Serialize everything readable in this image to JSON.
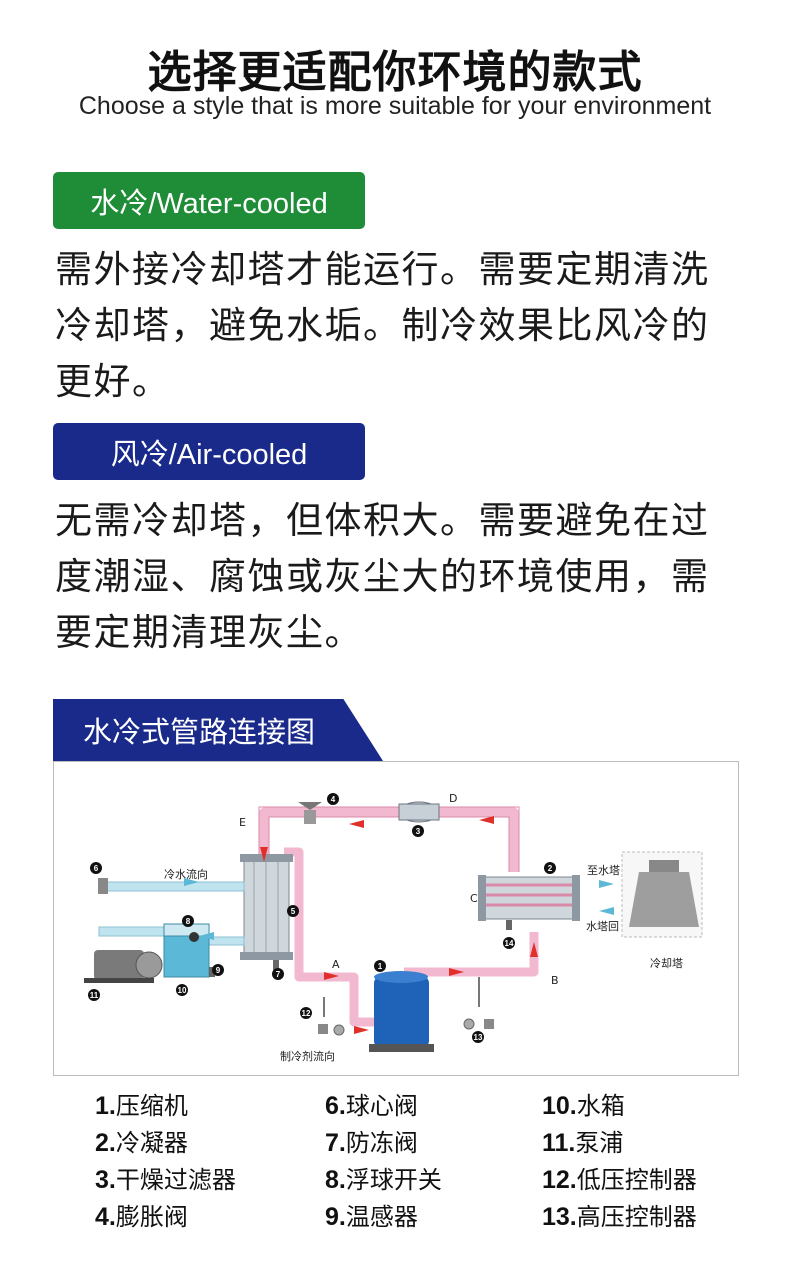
{
  "header": {
    "title": "选择更适配你环境的款式",
    "subtitle": "Choose a style that is more suitable for your environment"
  },
  "water": {
    "badge": "水冷/Water-cooled",
    "text": "需外接冷却塔才能运行。需要定期清洗冷却塔，避免水垢。制冷效果比风冷的更好。"
  },
  "air": {
    "badge": "风冷/Air-cooled",
    "text": "无需冷却塔，但体积大。需要避免在过度潮湿、腐蚀或灰尘大的环境使用，需要定期清理灰尘。"
  },
  "diagram": {
    "tag": "水冷式管路连接图",
    "labels": {
      "chilled_flow": "冷水流向",
      "to_tower": "至水塔",
      "tower_return": "水塔回",
      "cooling_tower": "冷却塔",
      "refrigerant_flow": "制冷剂流向",
      "A": "A",
      "B": "B",
      "C": "C",
      "D": "D",
      "E": "E"
    },
    "markers": [
      "1",
      "2",
      "3",
      "4",
      "5",
      "6",
      "7",
      "8",
      "9",
      "10",
      "11",
      "12",
      "13",
      "14"
    ],
    "colors": {
      "pipe": "#f2b8cf",
      "arrow_red": "#e0302a",
      "arrow_blue": "#5bb8d6",
      "compressor": "#1f63b8"
    }
  },
  "legend": {
    "col1": [
      {
        "num": "1.",
        "name": "压缩机"
      },
      {
        "num": "2.",
        "name": "冷凝器"
      },
      {
        "num": "3.",
        "name": "干燥过滤器"
      },
      {
        "num": "4.",
        "name": "膨胀阀"
      }
    ],
    "col2": [
      {
        "num": "6.",
        "name": "球心阀"
      },
      {
        "num": "7.",
        "name": "防冻阀"
      },
      {
        "num": "8.",
        "name": "浮球开关"
      },
      {
        "num": "9.",
        "name": "温感器"
      }
    ],
    "col3": [
      {
        "num": "10.",
        "name": "水箱"
      },
      {
        "num": "11.",
        "name": "泵浦"
      },
      {
        "num": "12.",
        "name": "低压控制器"
      },
      {
        "num": "13.",
        "name": "高压控制器"
      }
    ]
  }
}
